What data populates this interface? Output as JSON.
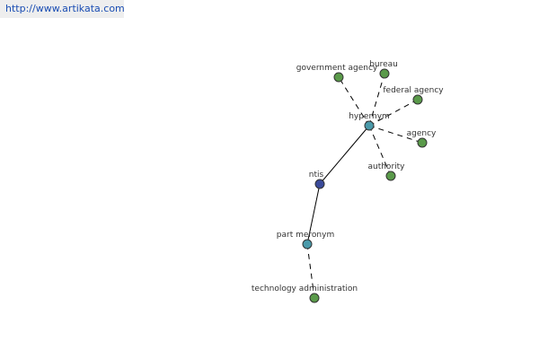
{
  "watermark": {
    "url": "http://www.artikata.com"
  },
  "colors": {
    "leaf": "#5a9a4a",
    "relation": "#4a9aaa",
    "center": "#3a4a9a",
    "edge": "#000000"
  },
  "nodes": {
    "government_agency": "government agency",
    "bureau": "bureau",
    "federal_agency": "federal agency",
    "hypernym": "hypernym",
    "agency": "agency",
    "authority": "authority",
    "ntis": "ntis",
    "part_meronym": "part meronym",
    "technology_administration": "technology administration"
  }
}
